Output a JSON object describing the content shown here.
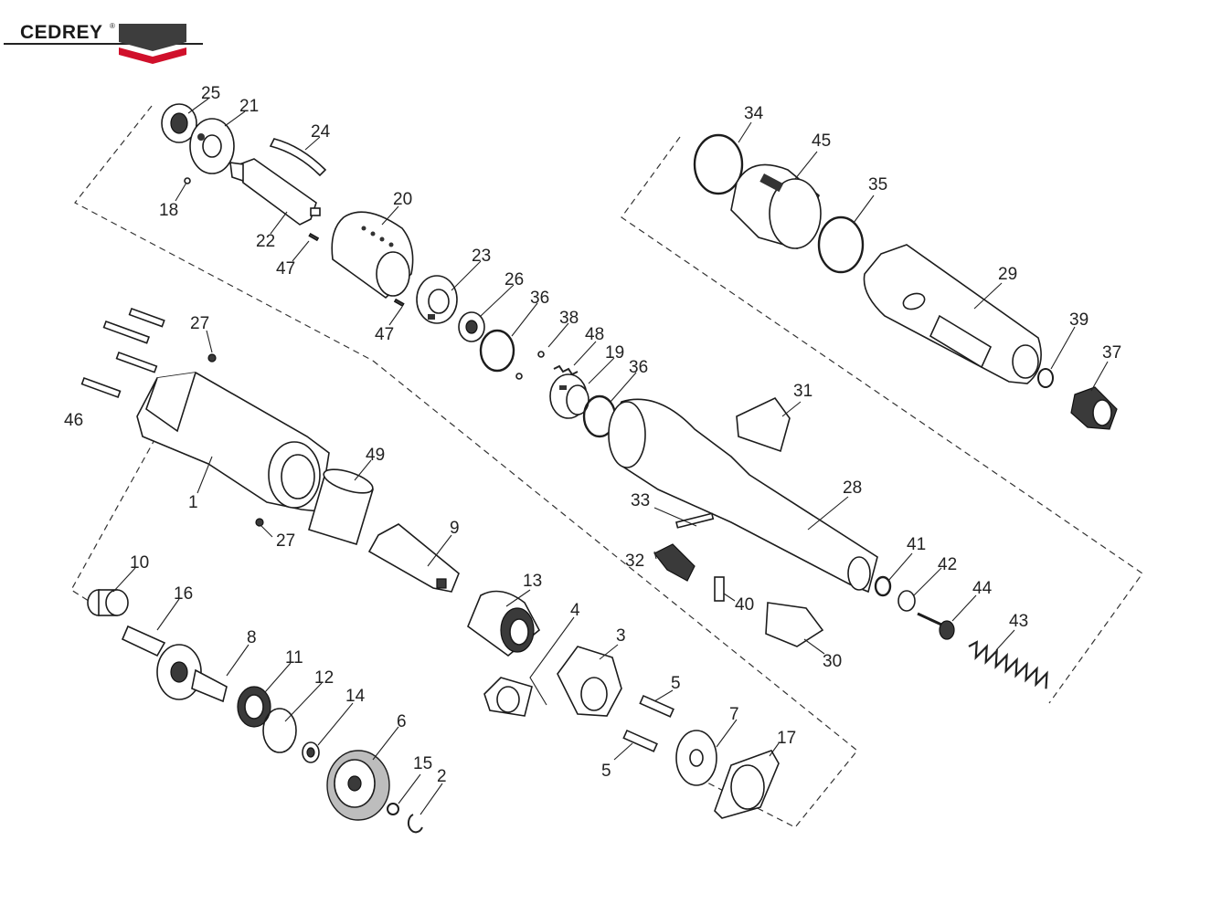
{
  "brand": {
    "name": "CEDREY",
    "mark": "®",
    "colors": {
      "dark": "#3d3d3d",
      "accent": "#d0102b"
    }
  },
  "callouts": [
    {
      "id": "25",
      "label": "25"
    },
    {
      "id": "21",
      "label": "21"
    },
    {
      "id": "24",
      "label": "24"
    },
    {
      "id": "18",
      "label": "18"
    },
    {
      "id": "20",
      "label": "20"
    },
    {
      "id": "22",
      "label": "22"
    },
    {
      "id": "47a",
      "label": "47"
    },
    {
      "id": "23",
      "label": "23"
    },
    {
      "id": "26",
      "label": "26"
    },
    {
      "id": "36a",
      "label": "36"
    },
    {
      "id": "47b",
      "label": "47"
    },
    {
      "id": "38",
      "label": "38"
    },
    {
      "id": "48",
      "label": "48"
    },
    {
      "id": "19",
      "label": "19"
    },
    {
      "id": "36b",
      "label": "36"
    },
    {
      "id": "27a",
      "label": "27"
    },
    {
      "id": "46",
      "label": "46"
    },
    {
      "id": "49",
      "label": "49"
    },
    {
      "id": "1",
      "label": "1"
    },
    {
      "id": "27b",
      "label": "27"
    },
    {
      "id": "9",
      "label": "9"
    },
    {
      "id": "10",
      "label": "10"
    },
    {
      "id": "16",
      "label": "16"
    },
    {
      "id": "13",
      "label": "13"
    },
    {
      "id": "8",
      "label": "8"
    },
    {
      "id": "11",
      "label": "11"
    },
    {
      "id": "12",
      "label": "12"
    },
    {
      "id": "14",
      "label": "14"
    },
    {
      "id": "4",
      "label": "4"
    },
    {
      "id": "3",
      "label": "3"
    },
    {
      "id": "5a",
      "label": "5"
    },
    {
      "id": "7",
      "label": "7"
    },
    {
      "id": "5b",
      "label": "5"
    },
    {
      "id": "6",
      "label": "6"
    },
    {
      "id": "15",
      "label": "15"
    },
    {
      "id": "2",
      "label": "2"
    },
    {
      "id": "17",
      "label": "17"
    },
    {
      "id": "34",
      "label": "34"
    },
    {
      "id": "45",
      "label": "45"
    },
    {
      "id": "35",
      "label": "35"
    },
    {
      "id": "29",
      "label": "29"
    },
    {
      "id": "39",
      "label": "39"
    },
    {
      "id": "37",
      "label": "37"
    },
    {
      "id": "31",
      "label": "31"
    },
    {
      "id": "28",
      "label": "28"
    },
    {
      "id": "33",
      "label": "33"
    },
    {
      "id": "32",
      "label": "32"
    },
    {
      "id": "40",
      "label": "40"
    },
    {
      "id": "30",
      "label": "30"
    },
    {
      "id": "41",
      "label": "41"
    },
    {
      "id": "42",
      "label": "42"
    },
    {
      "id": "44",
      "label": "44"
    },
    {
      "id": "43",
      "label": "43"
    }
  ]
}
